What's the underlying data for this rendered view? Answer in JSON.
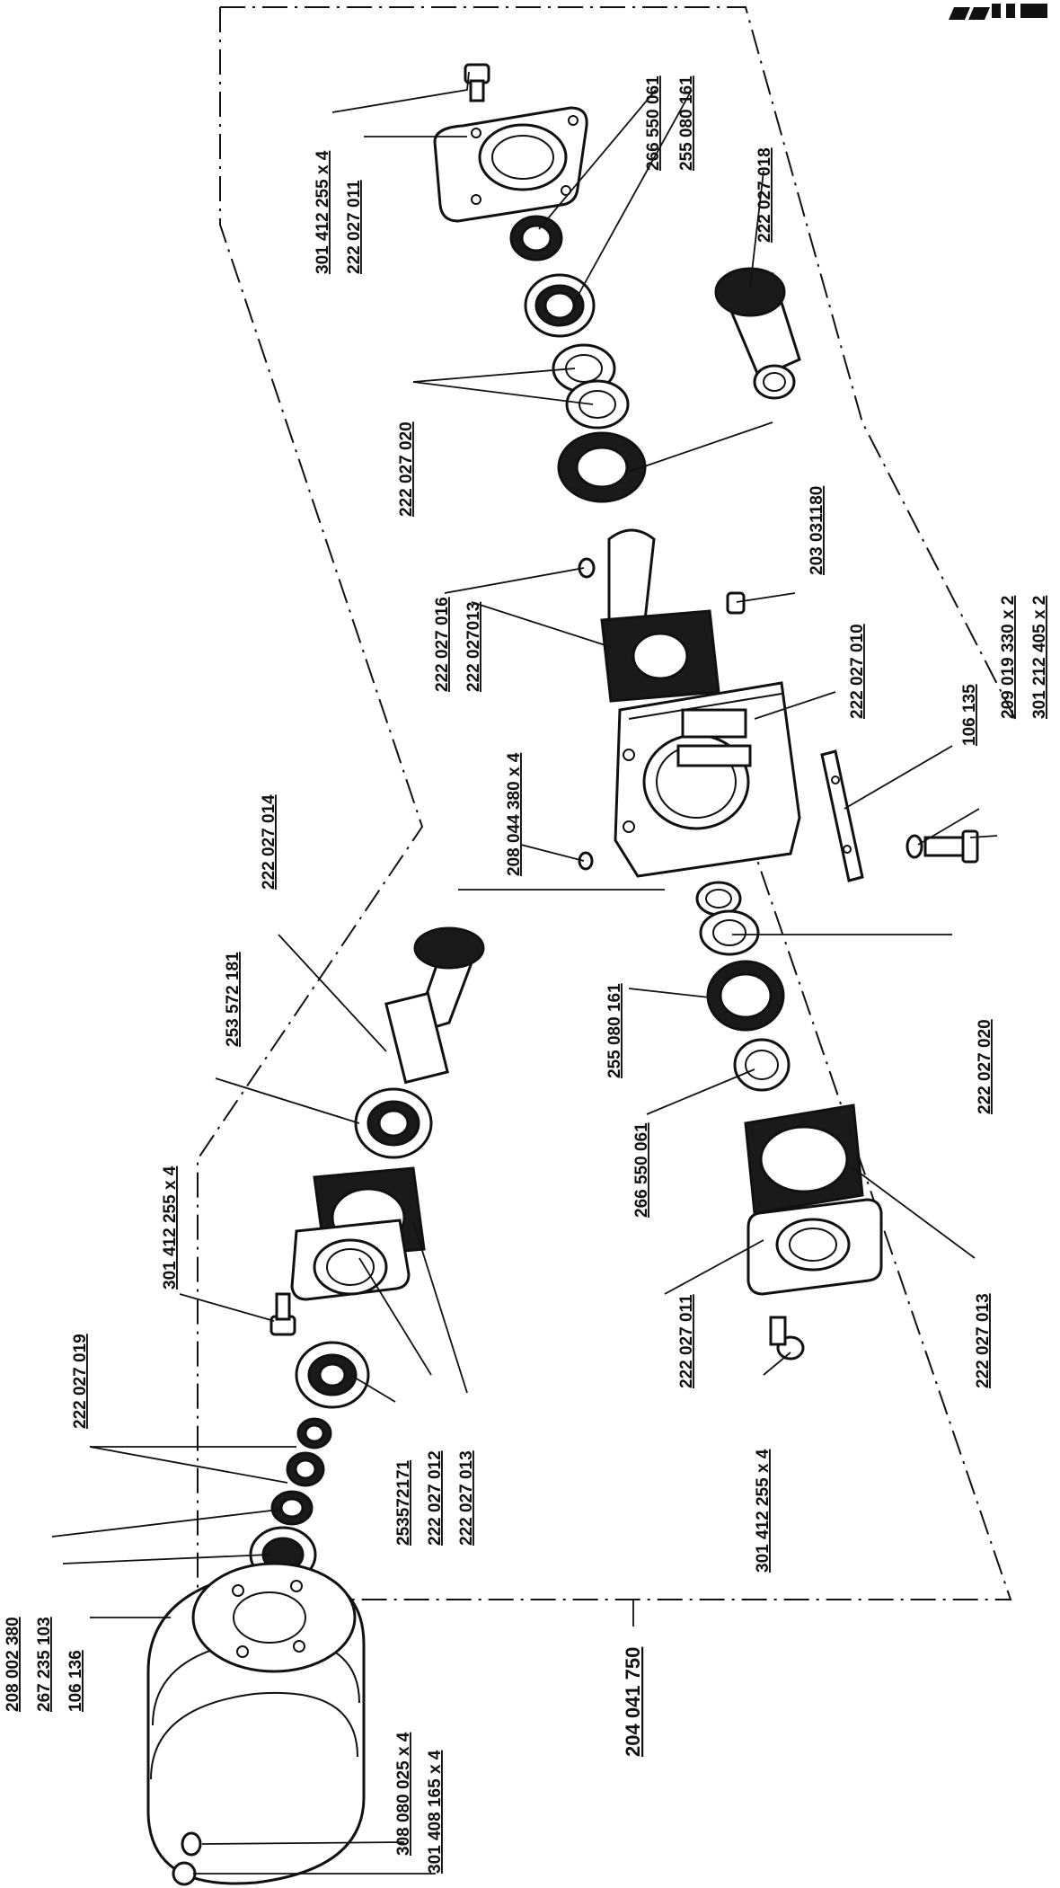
{
  "logo": {
    "text": ""
  },
  "labels": {
    "l_301412255x4_top": "301 412 255 x 4",
    "l_222027011_top": "222 027 011",
    "l_266550061_top": "266 550 061",
    "l_255080161_top": "255 080 161",
    "l_222027018": "222 027 018",
    "l_222027020_top": "222 027 020",
    "l_203031180": "203 031180",
    "l_222027016": "222 027 016",
    "l_222027013_mid": "222 027013",
    "l_222027010": "222 027 010",
    "l_208044380x4": "208 044 380 x 4",
    "l_106135": "106 135",
    "l_209019330x2": "209 019 330 x 2",
    "l_301212405x2": "301 212 405 x 2",
    "l_222027014": "222  027 014",
    "l_253572181": "253 572 181",
    "l_255080161_bot": "255 080 161",
    "l_266550061_bot": "266 550 061",
    "l_222027020_bot": "222 027 020",
    "l_301412255x4_left": "301 412 255 x 4",
    "l_222027019": "222 027 019",
    "l_253572171": "253572171",
    "l_222027012": "222 027 012",
    "l_222027013_bl": "222 027 013",
    "l_222027011_bot": "222 027 011",
    "l_301412255x4_bot": "301 412 255 x 4",
    "l_222027013_br": "222 027 013",
    "l_208002380": "208 002 380",
    "l_267235103": "267 235 103",
    "l_106136": "106 136",
    "l_308080025x4": "308 080 025 x 4",
    "l_301408165x4": "301 408 165  x 4",
    "l_204041750": "204  041 750"
  }
}
